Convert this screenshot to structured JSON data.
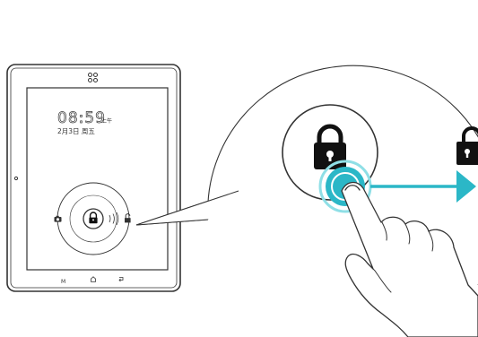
{
  "lockscreen": {
    "time": "08:59",
    "ampm": "上午",
    "date": "2月3日 周五"
  },
  "navbar": {
    "menu_label": "M"
  },
  "colors": {
    "accent": "#2bb7c7",
    "accent_light": "#8fdfe6",
    "line": "#333333",
    "lock": "#111111"
  },
  "icons": {
    "camera": "camera-icon",
    "lock": "lock-icon",
    "unlock": "unlock-icon",
    "logo": "four-circles-logo-icon",
    "home": "home-icon",
    "back": "back-icon"
  }
}
